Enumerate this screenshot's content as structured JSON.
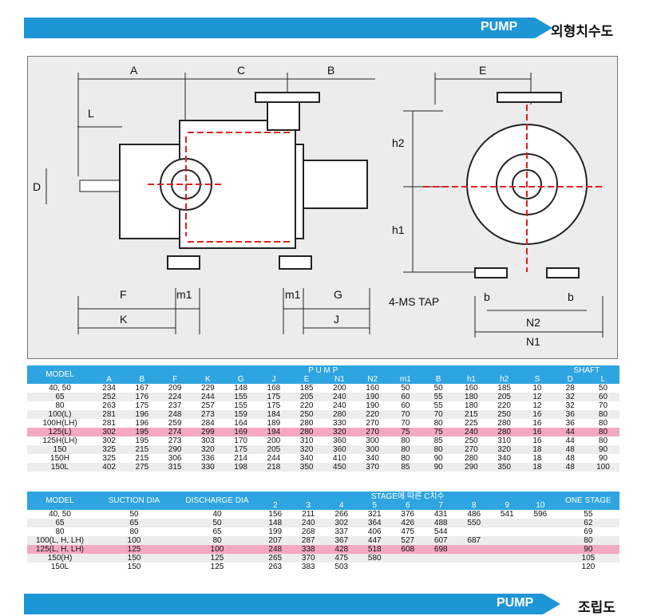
{
  "header_top": {
    "label": "PUMP",
    "title": "외형치수도"
  },
  "header_bottom": {
    "label": "PUMP",
    "title": "조립도"
  },
  "drawing": {
    "labels": {
      "A": "A",
      "C": "C",
      "B": "B",
      "E": "E",
      "L": "L",
      "D": "D",
      "F": "F",
      "K": "K",
      "m1a": "m1",
      "m1b": "m1",
      "G": "G",
      "J": "J",
      "h2": "h2",
      "h1": "h1",
      "tap": "4-MS TAP",
      "b1": "b",
      "b2": "b",
      "N2": "N2",
      "N1": "N1"
    }
  },
  "table1": {
    "model": "MODEL",
    "pump": "P  U  M  P",
    "shaft": "SHAFT",
    "cols": [
      "A",
      "B",
      "F",
      "K",
      "G",
      "J",
      "E",
      "N1",
      "N2",
      "m1",
      "B",
      "h1",
      "h2",
      "S",
      "D",
      "L"
    ],
    "rows": [
      [
        "40, 50",
        "234",
        "167",
        "209",
        "229",
        "148",
        "168",
        "185",
        "200",
        "160",
        "50",
        "50",
        "160",
        "185",
        "10",
        "28",
        "50"
      ],
      [
        "65",
        "252",
        "176",
        "224",
        "244",
        "155",
        "175",
        "205",
        "240",
        "190",
        "60",
        "55",
        "180",
        "205",
        "12",
        "32",
        "60"
      ],
      [
        "80",
        "263",
        "175",
        "237",
        "257",
        "155",
        "175",
        "220",
        "240",
        "190",
        "60",
        "55",
        "180",
        "220",
        "12",
        "32",
        "70"
      ],
      [
        "100(L)",
        "281",
        "196",
        "248",
        "273",
        "159",
        "184",
        "250",
        "280",
        "220",
        "70",
        "70",
        "215",
        "250",
        "16",
        "36",
        "80"
      ],
      [
        "100H(LH)",
        "281",
        "196",
        "259",
        "284",
        "164",
        "189",
        "280",
        "330",
        "270",
        "70",
        "80",
        "225",
        "280",
        "16",
        "36",
        "80"
      ],
      [
        "125(L)",
        "302",
        "195",
        "274",
        "299",
        "169",
        "194",
        "280",
        "320",
        "270",
        "75",
        "75",
        "240",
        "280",
        "16",
        "44",
        "80"
      ],
      [
        "125H(LH)",
        "302",
        "195",
        "273",
        "303",
        "170",
        "200",
        "310",
        "360",
        "300",
        "80",
        "85",
        "250",
        "310",
        "16",
        "44",
        "80"
      ],
      [
        "150",
        "325",
        "215",
        "290",
        "320",
        "175",
        "205",
        "320",
        "360",
        "300",
        "80",
        "80",
        "270",
        "320",
        "18",
        "48",
        "90"
      ],
      [
        "150H",
        "325",
        "215",
        "306",
        "336",
        "214",
        "244",
        "340",
        "410",
        "340",
        "80",
        "90",
        "280",
        "340",
        "18",
        "48",
        "90"
      ],
      [
        "150L",
        "402",
        "275",
        "315",
        "330",
        "198",
        "218",
        "350",
        "450",
        "370",
        "85",
        "90",
        "290",
        "350",
        "18",
        "48",
        "100"
      ]
    ]
  },
  "table2": {
    "model": "MODEL",
    "suction": "SUCTION DIA",
    "discharge": "DISCHARGE DIA",
    "stage": "STAGE에 따른 C치수",
    "one": "ONE STAGE",
    "stages": [
      "2",
      "3",
      "4",
      "5",
      "6",
      "7",
      "8",
      "9",
      "10"
    ],
    "rows": [
      [
        "40, 50",
        "50",
        "40",
        "156",
        "211",
        "266",
        "321",
        "376",
        "431",
        "486",
        "541",
        "596",
        "55"
      ],
      [
        "65",
        "65",
        "50",
        "148",
        "240",
        "302",
        "364",
        "426",
        "488",
        "550",
        "",
        "",
        "62"
      ],
      [
        "80",
        "80",
        "65",
        "199",
        "268",
        "337",
        "406",
        "475",
        "544",
        "",
        "",
        "",
        "69"
      ],
      [
        "100(L, H, LH)",
        "100",
        "80",
        "207",
        "287",
        "367",
        "447",
        "527",
        "607",
        "687",
        "",
        "",
        "80"
      ],
      [
        "125(L, H, LH)",
        "125",
        "100",
        "248",
        "338",
        "428",
        "518",
        "608",
        "698",
        "",
        "",
        "",
        "90"
      ],
      [
        "150(H)",
        "150",
        "125",
        "265",
        "370",
        "475",
        "580",
        "",
        "",
        "",
        "",
        "",
        "105"
      ],
      [
        "150L",
        "150",
        "125",
        "263",
        "383",
        "503",
        "",
        "",
        "",
        "",
        "",
        "",
        "120"
      ]
    ]
  }
}
